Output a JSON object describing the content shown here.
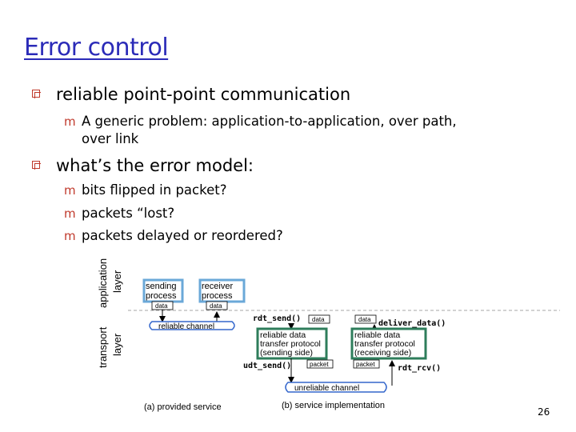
{
  "slide": {
    "title": "Error control",
    "bullets": [
      {
        "text": "reliable point-point communication",
        "sub": [
          "A generic problem: application-to-application, over path,",
          "over link"
        ]
      },
      {
        "text": "what’s the error model:",
        "sub": [
          "bits flipped in packet?",
          "packets “lost?",
          "packets delayed or reordered?"
        ]
      }
    ],
    "page_number": "26"
  },
  "diagram": {
    "side_labels": {
      "application": "application",
      "layer": "layer",
      "transport": "transport",
      "layer2": "layer"
    },
    "panel_a": {
      "sending_process": [
        "sending",
        "process"
      ],
      "receiver_process": [
        "receiver",
        "process"
      ],
      "data_left": "data",
      "data_right": "data",
      "channel": "reliable channel",
      "caption": "(a)  provided service"
    },
    "panel_b": {
      "rdt_send": "rdt_send()",
      "deliver_data": "deliver_data()",
      "data_left": "data",
      "data_right": "data",
      "sender_protocol": [
        "reliable data",
        "transfer protocol",
        "(sending side)"
      ],
      "receiver_protocol": [
        "reliable data",
        "transfer protocol",
        "(receiving side)"
      ],
      "udt_send": "udt_send()",
      "rdt_rcv": "rdt_rcv()",
      "packet_left": "packet",
      "packet_right": "packet",
      "channel": "unreliable channel",
      "caption": "(b)  service implementation"
    },
    "colors": {
      "process_box": "#6aa8d8",
      "protocol_box": "#2e7d5b",
      "channel": "#3366cc",
      "title": "#2b2bb8",
      "bullet": "#c0392b"
    }
  }
}
